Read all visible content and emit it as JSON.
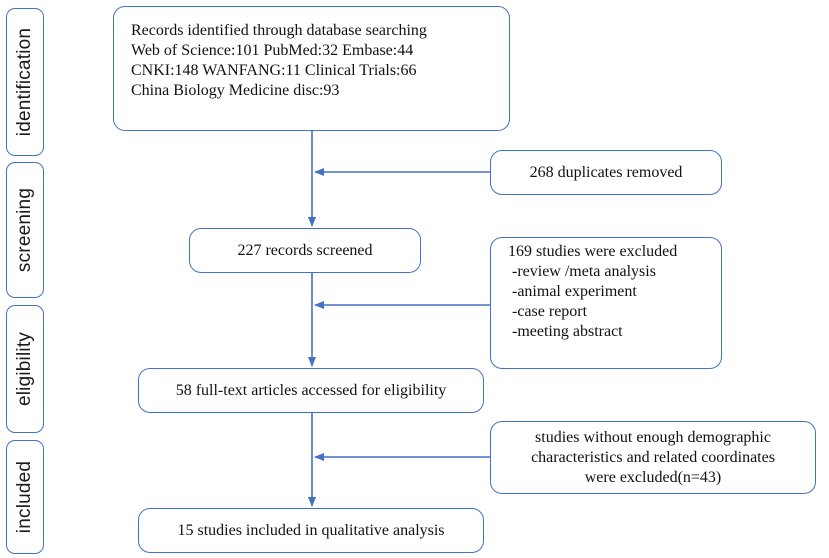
{
  "stages": {
    "identification": "identification",
    "screening": "screening",
    "eligibility": "eligibility",
    "included": "included"
  },
  "identification_box": {
    "lines": [
      "Records identified through database searching",
      "Web of Science:101   PubMed:32   Embase:44",
      "CNKI:148   WANFANG:11   Clinical Trials:66",
      "China Biology Medicine disc:93"
    ]
  },
  "duplicates_box": {
    "text": "268 duplicates removed"
  },
  "screened_box": {
    "text": "227 records screened"
  },
  "excluded_box": {
    "title": "169 studies were excluded",
    "items": [
      "-review /meta analysis",
      "-animal experiment",
      "-case report",
      "-meeting abstract"
    ]
  },
  "eligibility_box": {
    "text": "58 full-text articles accessed for eligibility"
  },
  "excluded2_box": {
    "lines": [
      "studies without enough demographic",
      "characteristics and related coordinates",
      "were excluded(n=43)"
    ]
  },
  "included_box": {
    "text": "15 studies included in qualitative analysis"
  },
  "colors": {
    "border": "#4472c4",
    "arrow": "#4472c4",
    "text": "#111111"
  }
}
